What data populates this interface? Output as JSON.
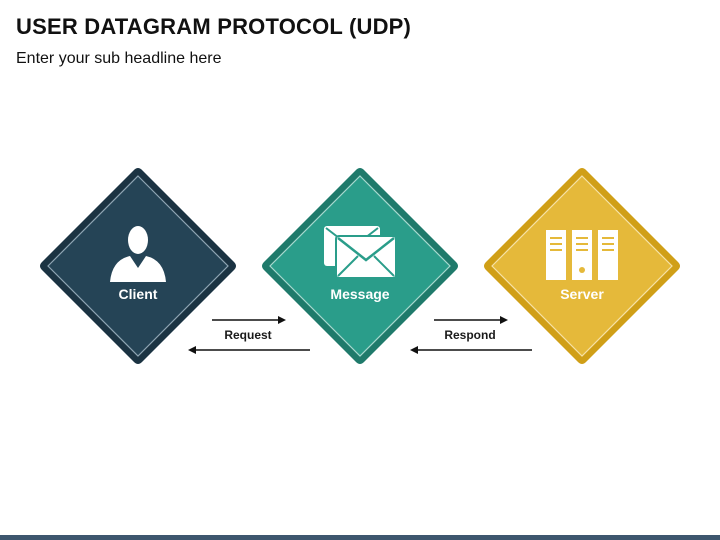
{
  "header": {
    "title": "USER DATAGRAM PROTOCOL (UDP)",
    "subtitle": "Enter your sub headline here"
  },
  "nodes": [
    {
      "label": "Client",
      "icon": "user-icon",
      "color": "#254456",
      "border": "#1b3342"
    },
    {
      "label": "Message",
      "icon": "envelope-icon",
      "color": "#2a9d8a",
      "border": "#1f7a6b"
    },
    {
      "label": "Server",
      "icon": "server-icon",
      "color": "#e5b93a",
      "border": "#d09f17"
    }
  ],
  "arrows": [
    {
      "label": "Request"
    },
    {
      "label": "Respond"
    }
  ],
  "colors": {
    "footer": "#3d566e"
  }
}
